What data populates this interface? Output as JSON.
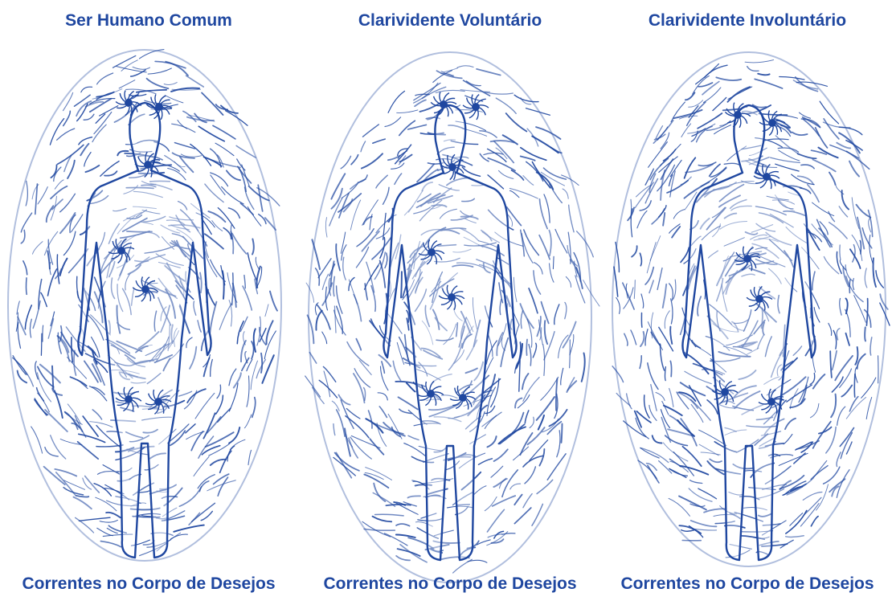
{
  "colors": {
    "ink": "#1f47a0",
    "background": "#ffffff"
  },
  "panels": [
    {
      "title": "Ser Humano Comum",
      "caption": "Correntes no Corpo de Desejos",
      "figure": "human-figure-aura"
    },
    {
      "title": "Clarividente Voluntário",
      "caption": "Correntes no Corpo de Desejos",
      "figure": "human-figure-aura"
    },
    {
      "title": "Clarividente Involuntário",
      "caption": "Correntes no Corpo de Desejos",
      "figure": "human-figure-aura"
    }
  ]
}
